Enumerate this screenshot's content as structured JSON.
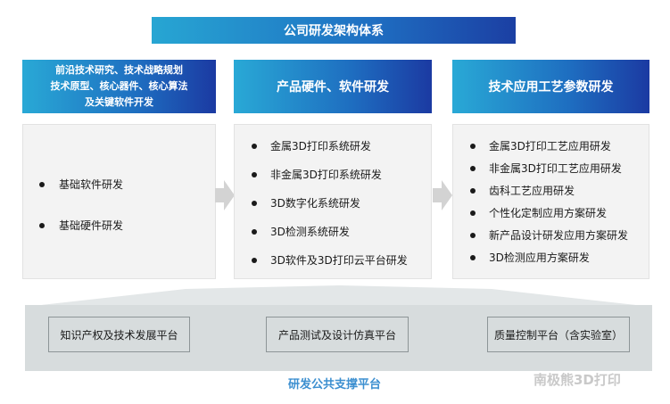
{
  "title": "公司研发架构体系",
  "columns": [
    {
      "header_lines": [
        "前沿技术研究、技术战略规划",
        "技术原型、核心器件、核心算法",
        "及关键软件开发"
      ],
      "items": [
        "基础软件研发",
        "基础硬件研发"
      ]
    },
    {
      "header": "产品硬件、软件研发",
      "items": [
        "金属3D打印系统研发",
        "非金属3D打印系统研发",
        "3D数字化系统研发",
        "3D检测系统研发",
        "3D软件及3D打印云平台研发"
      ]
    },
    {
      "header": "技术应用工艺参数研发",
      "items": [
        "金属3D打印工艺应用研发",
        "非金属3D打印工艺应用研发",
        "齿科工艺应用研发",
        "个性化定制应用方案研发",
        "新产品设计研发应用方案研发",
        "3D检测应用方案研发"
      ]
    }
  ],
  "platforms": [
    "知识产权及技术发展平台",
    "产品测试及设计仿真平台",
    "质量控制平台（含实验室）"
  ],
  "platform_label": "研发公共支撑平台",
  "watermark": "南极熊3D打印",
  "colors": {
    "accent_light": "#29a9d6",
    "accent_dark": "#1b3aa2",
    "panel": "#f3f3f3",
    "platform": "#d7dcdd",
    "label": "#3c8fd0"
  }
}
